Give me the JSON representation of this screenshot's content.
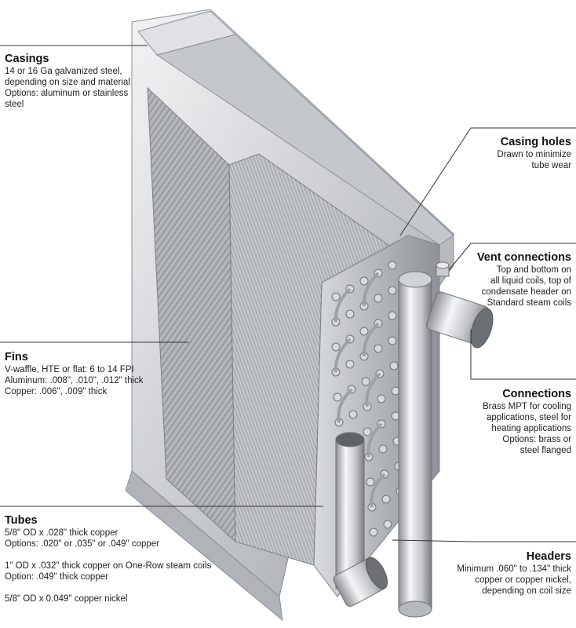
{
  "callouts": {
    "casings": {
      "title": "Casings",
      "lines": [
        "14 or 16 Ga galvanized steel,",
        "depending on size and material",
        "Options: aluminum or stainless",
        "steel"
      ]
    },
    "fins": {
      "title": "Fins",
      "lines": [
        "V-waffle, HTE or flat: 6 to 14 FPI",
        "Aluminum: .008\", .010\", .012\" thick",
        "Copper: .006\", .009\" thick"
      ]
    },
    "tubes": {
      "title": "Tubes",
      "lines": [
        "5/8\" OD x .028\" thick copper",
        "Options: .020\" or .035\" or .049\" copper",
        "1\" OD x .032\" thick copper on One-Row steam coils",
        "Option: .049\" thick copper",
        "5/8\" OD x 0.049\" copper nickel"
      ]
    },
    "casing_holes": {
      "title": "Casing holes",
      "lines": [
        "Drawn to minimize",
        "tube wear"
      ]
    },
    "vent_connections": {
      "title": "Vent connections",
      "lines": [
        "Top and bottom on",
        "all liquid coils, top of",
        "condensate header on",
        "Standard steam coils"
      ]
    },
    "connections": {
      "title": "Connections",
      "lines": [
        "Brass MPT for cooling",
        "applications, steel for",
        "heating applications",
        "Options: brass or",
        "steel flanged"
      ]
    },
    "headers": {
      "title": "Headers",
      "lines": [
        "Minimum .060\" to .134\" thick",
        "copper or copper nickel,",
        "depending on coil size"
      ]
    }
  },
  "colors": {
    "steel_light": "#e4e6e8",
    "steel_mid": "#b9bdc1",
    "steel_dark": "#7d8287",
    "leader": "#333333"
  }
}
